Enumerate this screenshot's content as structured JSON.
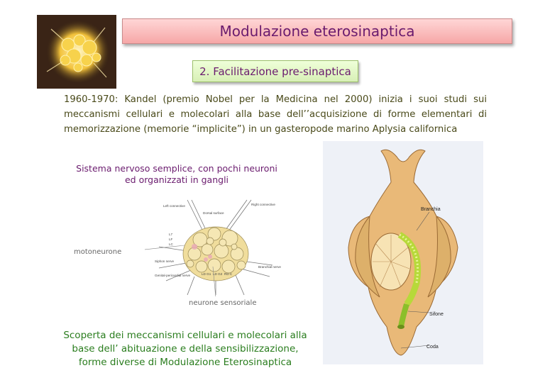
{
  "title": "Modulazione eterosinaptica",
  "subtitle": "2. Facilitazione pre-sinaptica",
  "intro": "1960-1970: Kandel (premio Nobel per la Medicina nel 2000) inizia i suoi studi sui meccanismi cellulari e molecolari alla base dell’’acquisizione di forme elementari di memorizzazione (memorie “implicite”) in un gasteropode marino Aplysia californica",
  "caption_top": "Sistema nervoso semplice, con pochi neuroni ed organizzati in gangli",
  "ganglion": {
    "label_motoneuron": "motoneurone",
    "label_sensory": "neurone sensoriale",
    "tiny_labels": {
      "left_connective": "Left connective",
      "right_connective": "Right connective",
      "dorsal_surface": "Dorsal surface",
      "l7": "L7",
      "lf": "LF",
      "lc": "LC",
      "siphon_nerve": "Siphon nerve",
      "genital_pericardial_nerve": "Genital-pericardial nerve",
      "ld_g1": "LD G1",
      "ld_g2": "LD G2",
      "rd_c": "RD C",
      "branchial_nerve": "Branchial nerve"
    }
  },
  "caption_bottom": "Scoperta dei meccanismi cellulari e molecolari alla base dell’ abituazione e della sensibilizzazione, forme diverse di Modulazione Eterosinaptica",
  "aplysia": {
    "label_branchia": "Branchia",
    "label_sifone": "Sifone",
    "label_coda": "Coda"
  },
  "colors": {
    "title_text": "#6a1b6e",
    "title_bg": "#f6a7a7",
    "subtitle_bg": "#d8f0b6",
    "intro_text": "#4a4a1a",
    "caption_bottom_text": "#2a7d1e"
  }
}
